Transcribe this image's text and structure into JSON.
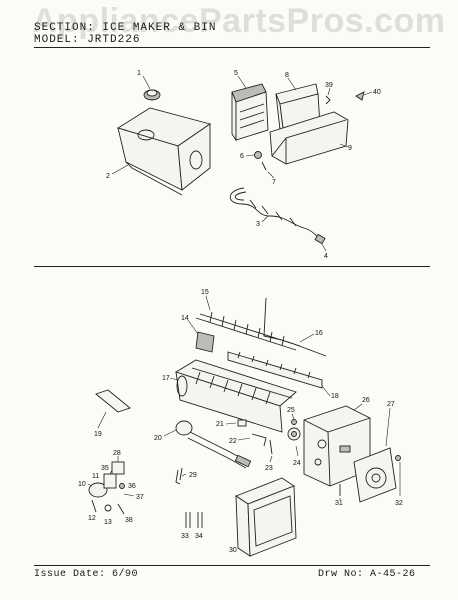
{
  "watermark": "AppliancePartsPros.com",
  "header": {
    "section": "SECTION: ICE MAKER & BIN",
    "model": "MODEL: JRTD226"
  },
  "footer": {
    "issue_date": "Issue Date: 6/90",
    "drawing_no": "Drw No: A-45-26"
  },
  "callouts": [
    {
      "id": "c1",
      "text": "1"
    },
    {
      "id": "c2",
      "text": "2"
    },
    {
      "id": "c3",
      "text": "3"
    },
    {
      "id": "c4",
      "text": "4"
    },
    {
      "id": "c5",
      "text": "5"
    },
    {
      "id": "c6",
      "text": "6"
    },
    {
      "id": "c7",
      "text": "7"
    },
    {
      "id": "c8",
      "text": "8"
    },
    {
      "id": "c9",
      "text": "9"
    },
    {
      "id": "c39",
      "text": "39"
    },
    {
      "id": "c40",
      "text": "40"
    },
    {
      "id": "c15",
      "text": "15"
    },
    {
      "id": "c14",
      "text": "14"
    },
    {
      "id": "c16",
      "text": "16"
    },
    {
      "id": "c17",
      "text": "17"
    },
    {
      "id": "c18",
      "text": "18"
    },
    {
      "id": "c19",
      "text": "19"
    },
    {
      "id": "c20",
      "text": "20"
    },
    {
      "id": "c21",
      "text": "21"
    },
    {
      "id": "c22",
      "text": "22"
    },
    {
      "id": "c23",
      "text": "23"
    },
    {
      "id": "c24",
      "text": "24"
    },
    {
      "id": "c25",
      "text": "25"
    },
    {
      "id": "c26",
      "text": "26"
    },
    {
      "id": "c27",
      "text": "27"
    },
    {
      "id": "c28",
      "text": "28"
    },
    {
      "id": "c29",
      "text": "29"
    },
    {
      "id": "c30",
      "text": "30"
    },
    {
      "id": "c31",
      "text": "31"
    },
    {
      "id": "c32",
      "text": "32"
    },
    {
      "id": "c33",
      "text": "33"
    },
    {
      "id": "c34",
      "text": "34"
    },
    {
      "id": "c35",
      "text": "35"
    },
    {
      "id": "c36",
      "text": "36"
    },
    {
      "id": "c37",
      "text": "37"
    },
    {
      "id": "c38",
      "text": "38"
    },
    {
      "id": "c10",
      "text": "10"
    },
    {
      "id": "c11",
      "text": "11"
    },
    {
      "id": "c12",
      "text": "12"
    },
    {
      "id": "c13",
      "text": "13"
    }
  ]
}
